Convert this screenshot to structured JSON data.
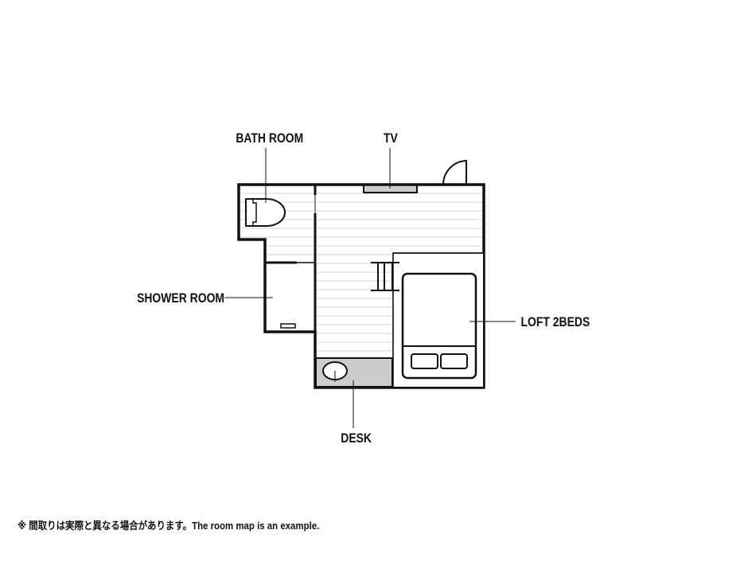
{
  "labels": {
    "bath_room": "BATH ROOM",
    "tv": "TV",
    "shower_room": "SHOWER ROOM",
    "loft": "LOFT 2BEDS",
    "desk": "DESK"
  },
  "note": "※  間取りは実際と異なる場合があります。The room map is an example.",
  "colors": {
    "wall": "#111111",
    "fixture": "#cccccc",
    "floor_lines": "#d0d0d0"
  }
}
